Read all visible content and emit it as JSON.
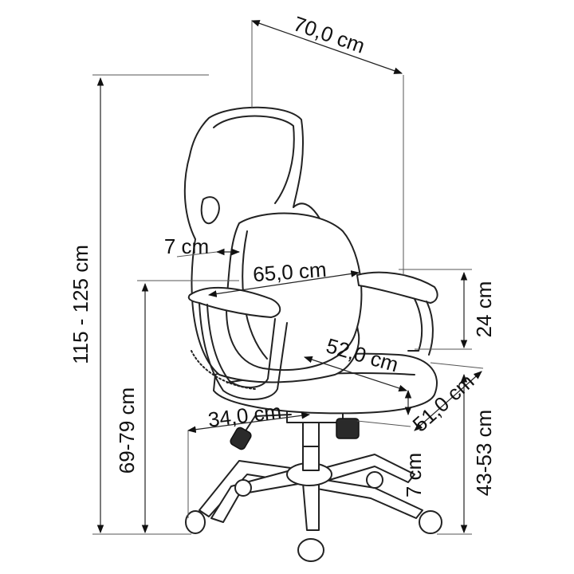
{
  "diagram": {
    "line_color": "#222222",
    "background": "#ffffff",
    "dimensions": {
      "width": "70,0 cm",
      "total_height": "115 - 125 cm",
      "armrest_height": "69-79 cm",
      "armrest_width": "7 cm",
      "backrest_height": "65,0 cm",
      "armrest_above_seat": "24 cm",
      "seat_width": "52,0 cm",
      "seat_depth": "51,0 cm",
      "seat_height": "43-53 cm",
      "base_radius": "34,0 cm",
      "gas_lift": "7 cm"
    }
  }
}
